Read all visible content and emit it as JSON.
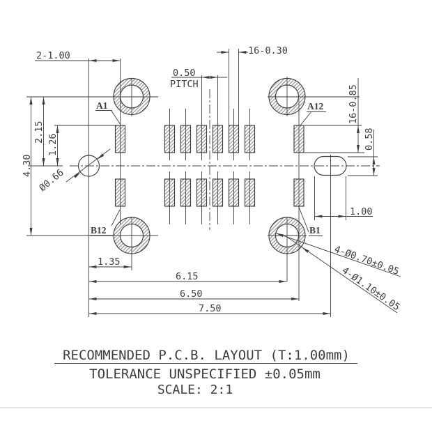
{
  "drawing_labels": {
    "dim_left_pad_offset": "2-1.00",
    "dim_pad_width": "16-0.30",
    "pitch_value": "0.50",
    "pitch_word": "PITCH",
    "dim_pad_height": "16-0.85",
    "dim_hole_row_offset": "2.15",
    "dim_pad_edge_offset": "1.26",
    "dim_hole_row_span": "4.30",
    "dim_small_hole_dia": "Ø0.66",
    "dim_slot_height": "0.58",
    "dim_slot_width": "1.00",
    "dim_hole_x_offset": "1.35",
    "dim_hole_span": "6.15",
    "dim_pad_span": "6.50",
    "dim_total_width": "7.50",
    "dim_corner_hole_inner": "4-Ø0.70±0.05",
    "dim_corner_hole_outer": "4-Ø1.10±0.05"
  },
  "pin_labels": {
    "a1": "A1",
    "a12": "A12",
    "b12": "B12",
    "b1": "B1"
  },
  "notes": {
    "line1": "RECOMMENDED  P.C.B. LAYOUT (T:1.00mm)",
    "line2": "TOLERANCE UNSPECIFIED ±0.05mm",
    "line3": "SCALE: 2:1"
  },
  "colors": {
    "line": "#3d3d3d",
    "hatch": "#757575",
    "faint": "#c9c9c9",
    "bg": "#ffffff"
  }
}
